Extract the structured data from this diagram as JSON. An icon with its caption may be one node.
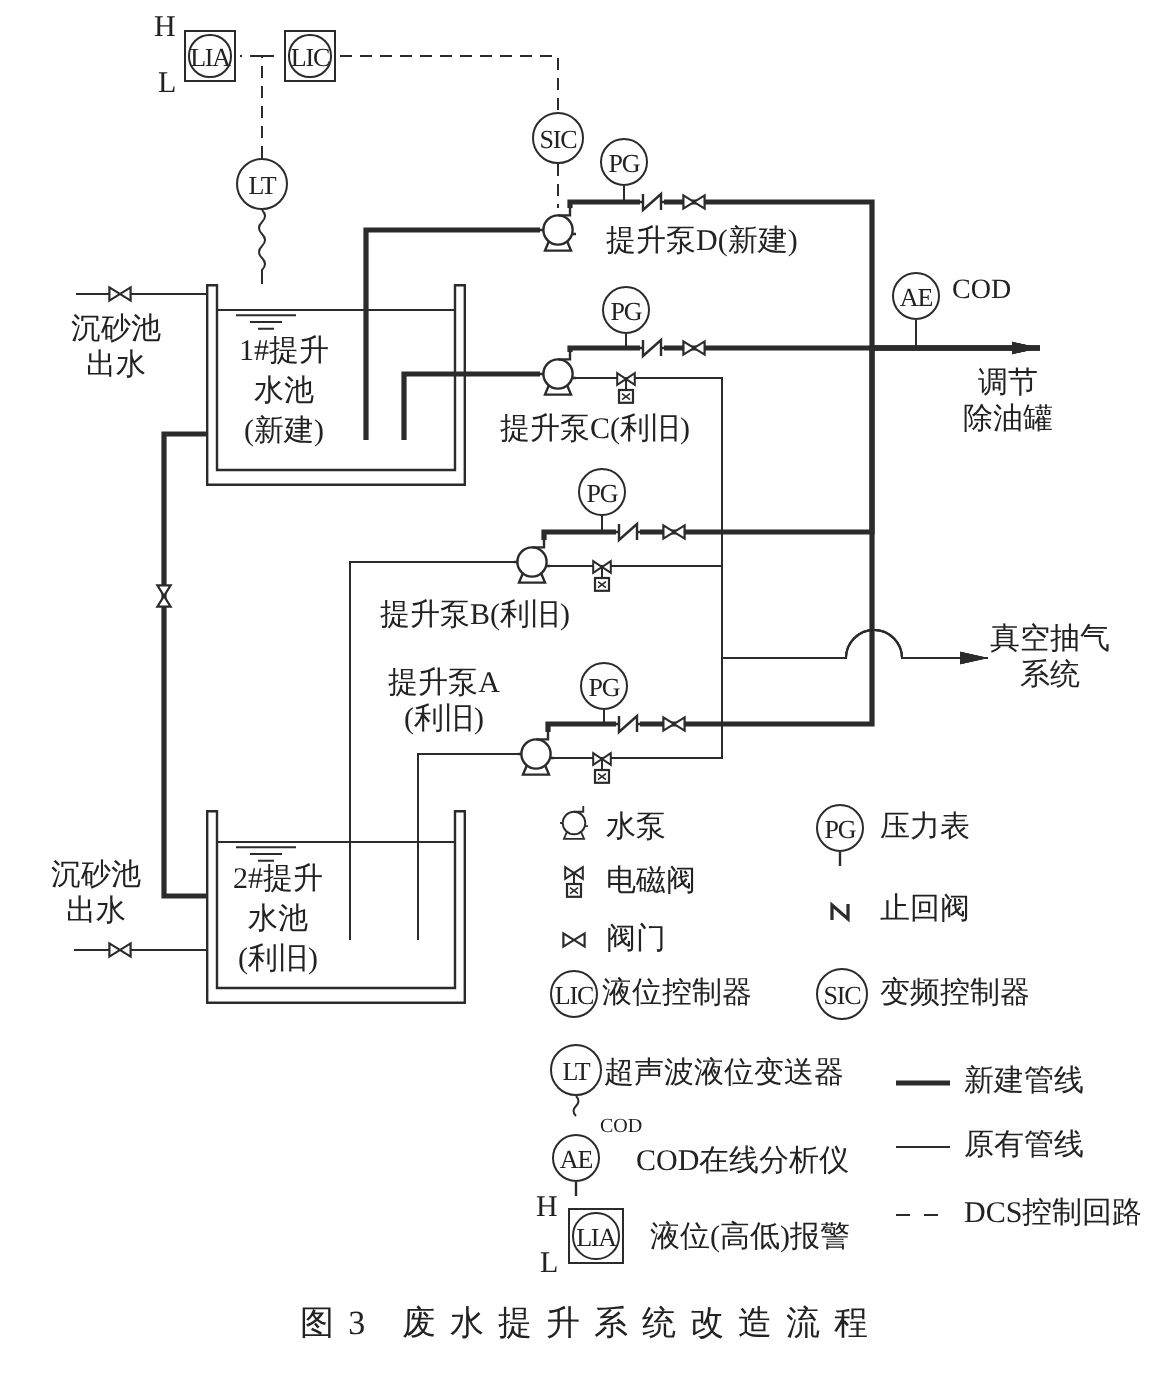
{
  "diagram": {
    "caption": "图3 废水提升系统改造流程",
    "nodes": [
      {
        "text": [
          "LIA"
        ],
        "beside": [
          "H",
          "L"
        ]
      },
      {
        "text": [
          "LIC"
        ]
      },
      {
        "text": [
          "LT"
        ]
      },
      {
        "text": [
          "SIC"
        ]
      },
      {
        "text": [
          "PG"
        ]
      },
      {
        "text": [],
        "shape": "pump",
        "beside": [
          "提升泵D(新建)"
        ]
      },
      {
        "text": [
          "AE"
        ],
        "beside": [
          "COD"
        ]
      },
      {
        "text": [
          "沉砂池出水"
        ]
      },
      {
        "text": [
          "1#提升水池(新建)"
        ]
      },
      {
        "text": [
          "PG"
        ]
      },
      {
        "text": [],
        "shape": "pump",
        "beside": [
          "提升泵C(利旧)"
        ]
      },
      {
        "text": [
          "调节除油罐"
        ]
      },
      {
        "text": [
          "PG"
        ]
      },
      {
        "text": [],
        "shape": "pump",
        "beside": [
          "提升泵B(利旧)"
        ]
      },
      {
        "text": [
          "真空抽气系统"
        ]
      },
      {
        "text": [],
        "shape": "pump",
        "beside": [
          "提升泵A(利旧)"
        ]
      },
      {
        "text": [
          "PG"
        ]
      },
      {
        "text": [
          "沉砂池出水"
        ]
      },
      {
        "text": [
          "2#提升水池(利旧)"
        ]
      },
      {
        "text": [
          "PG"
        ]
      },
      {
        "text": [
          "LIC"
        ]
      },
      {
        "text": [
          "SIC"
        ]
      },
      {
        "text": [
          "LT"
        ]
      },
      {
        "text": [
          "AE"
        ],
        "beside": [
          "COD"
        ]
      },
      {
        "text": [
          "LIA"
        ],
        "beside": [
          "H",
          "L"
        ]
      }
    ],
    "edges": [
      {
        "from": 2,
        "to": 0,
        "arrow": "none",
        "style": "dashed"
      },
      {
        "from": 2,
        "to": 1,
        "arrow": "none",
        "style": "dashed"
      },
      {
        "from": 1,
        "to": 3,
        "arrow": "none",
        "style": "dashed"
      },
      {
        "from": 3,
        "to": 5,
        "arrow": "none",
        "style": "dashed"
      },
      {
        "from": 2,
        "to": 8,
        "arrow": "none"
      },
      {
        "from": 7,
        "to": 8,
        "arrow": "none"
      },
      {
        "from": 8,
        "to": 5,
        "arrow": "none",
        "style": "thick"
      },
      {
        "from": 5,
        "to": 11,
        "arrow": "to",
        "style": "thick"
      },
      {
        "from": 4,
        "to": null,
        "arrow": "none"
      },
      {
        "from": 8,
        "to": 10,
        "arrow": "none",
        "style": "thick"
      },
      {
        "from": 10,
        "to": 11,
        "arrow": "to",
        "style": "thick"
      },
      {
        "from": 9,
        "to": null,
        "arrow": "none"
      },
      {
        "from": 6,
        "to": null,
        "arrow": "none"
      },
      {
        "from": 10,
        "to": 14,
        "arrow": "to"
      },
      {
        "from": 8,
        "to": 18,
        "arrow": "none",
        "style": "thick"
      },
      {
        "from": 18,
        "to": 13,
        "arrow": "none"
      },
      {
        "from": 13,
        "to": 11,
        "arrow": "to",
        "style": "thick"
      },
      {
        "from": 12,
        "to": null,
        "arrow": "none"
      },
      {
        "from": 13,
        "to": 14,
        "arrow": "to"
      },
      {
        "from": 18,
        "to": 15,
        "arrow": "none"
      },
      {
        "from": 15,
        "to": 11,
        "arrow": "to",
        "style": "thick"
      },
      {
        "from": 16,
        "to": null,
        "arrow": "none"
      },
      {
        "from": 15,
        "to": 14,
        "arrow": "to"
      },
      {
        "from": 17,
        "to": 18,
        "arrow": "none"
      }
    ],
    "legend": [
      {
        "text": "水泵"
      },
      {
        "text": "压力表"
      },
      {
        "text": "电磁阀"
      },
      {
        "text": "止回阀"
      },
      {
        "text": "阀门"
      },
      {
        "text": "液位控制器"
      },
      {
        "text": "变频控制器"
      },
      {
        "text": "超声波液位变送器"
      },
      {
        "text": "新建管线"
      },
      {
        "text": "COD在线分析仪"
      },
      {
        "text": "原有管线"
      },
      {
        "text": "液位(高低)报警"
      },
      {
        "text": "DCS控制回路"
      }
    ]
  }
}
